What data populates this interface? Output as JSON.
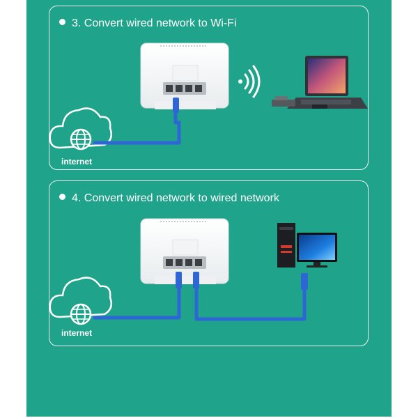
{
  "sections": [
    {
      "title": "3. Convert wired network to Wi-Fi",
      "cloud_label": "internet"
    },
    {
      "title": "4. Convert wired network to wired network",
      "cloud_label": "internet"
    }
  ],
  "colors": {
    "background": "#1fa38a",
    "cable": "#2e66d6",
    "card_border": "#e9f7f3"
  },
  "icons": [
    "cloud-globe-icon",
    "router-icon",
    "wifi-signal-icon",
    "laptop-icon",
    "desktop-computer-icon",
    "ethernet-cable-icon"
  ]
}
